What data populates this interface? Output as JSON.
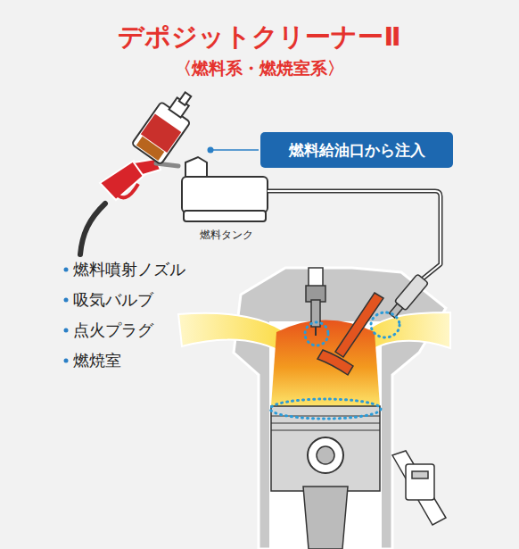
{
  "diagram": {
    "title": "デポジットクリーナーⅡ",
    "nodes": [
      {
        "text": [
          "燃料給油口から注入"
        ]
      }
    ],
    "labels": [
      "〈燃料系・燃焼室系〉",
      "燃料タンク",
      "燃料噴射ノズル",
      "吸気バルブ",
      "点火プラグ",
      "燃焼室"
    ]
  }
}
